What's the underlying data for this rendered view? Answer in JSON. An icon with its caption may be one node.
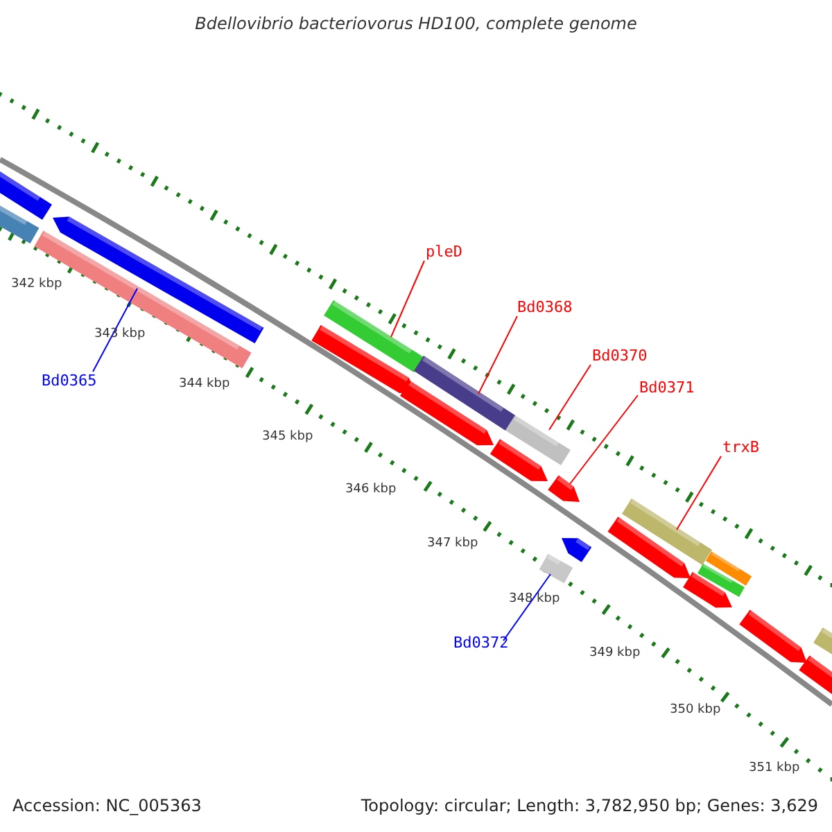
{
  "diagram": {
    "title": "Bdellovibrio bacteriovorus HD100, complete genome",
    "nodes": [
      {
        "text": [
          "Bd0365"
        ]
      },
      {
        "text": [],
        "shape": "bar"
      },
      {
        "text": [
          "pleD"
        ]
      },
      {
        "text": [],
        "shape": "bar"
      },
      {
        "text": [
          "Bd0368"
        ]
      },
      {
        "text": [],
        "shape": "bar"
      },
      {
        "text": [
          "Bd0370"
        ]
      },
      {
        "text": [],
        "shape": "bar"
      },
      {
        "text": [
          "Bd0371"
        ]
      },
      {
        "text": [],
        "shape": "bar"
      },
      {
        "text": [
          "trxB"
        ]
      },
      {
        "text": [],
        "shape": "bar"
      },
      {
        "text": [
          "Bd0372"
        ]
      },
      {
        "text": [],
        "shape": "bar"
      }
    ],
    "edges": [
      {
        "from": 0,
        "to": 1,
        "arrow": "none",
        "color": "#0000ff"
      },
      {
        "from": 2,
        "to": 3,
        "arrow": "none"
      },
      {
        "from": 4,
        "to": 5,
        "arrow": "none"
      },
      {
        "from": 6,
        "to": 7,
        "arrow": "none"
      },
      {
        "from": 8,
        "to": 9,
        "arrow": "none"
      },
      {
        "from": 10,
        "to": 11,
        "arrow": "none"
      },
      {
        "from": 12,
        "to": 13,
        "arrow": "none",
        "color": "#0000ff"
      }
    ],
    "labels": [
      "342 kbp",
      "343 kbp",
      "344 kbp",
      "345 kbp",
      "346 kbp",
      "347 kbp",
      "348 kbp",
      "349 kbp",
      "350 kbp",
      "351 kbp",
      "Accession: NC_005363",
      "Topology: circular; Length: 3,782,950 bp; Genes: 3,629"
    ]
  }
}
